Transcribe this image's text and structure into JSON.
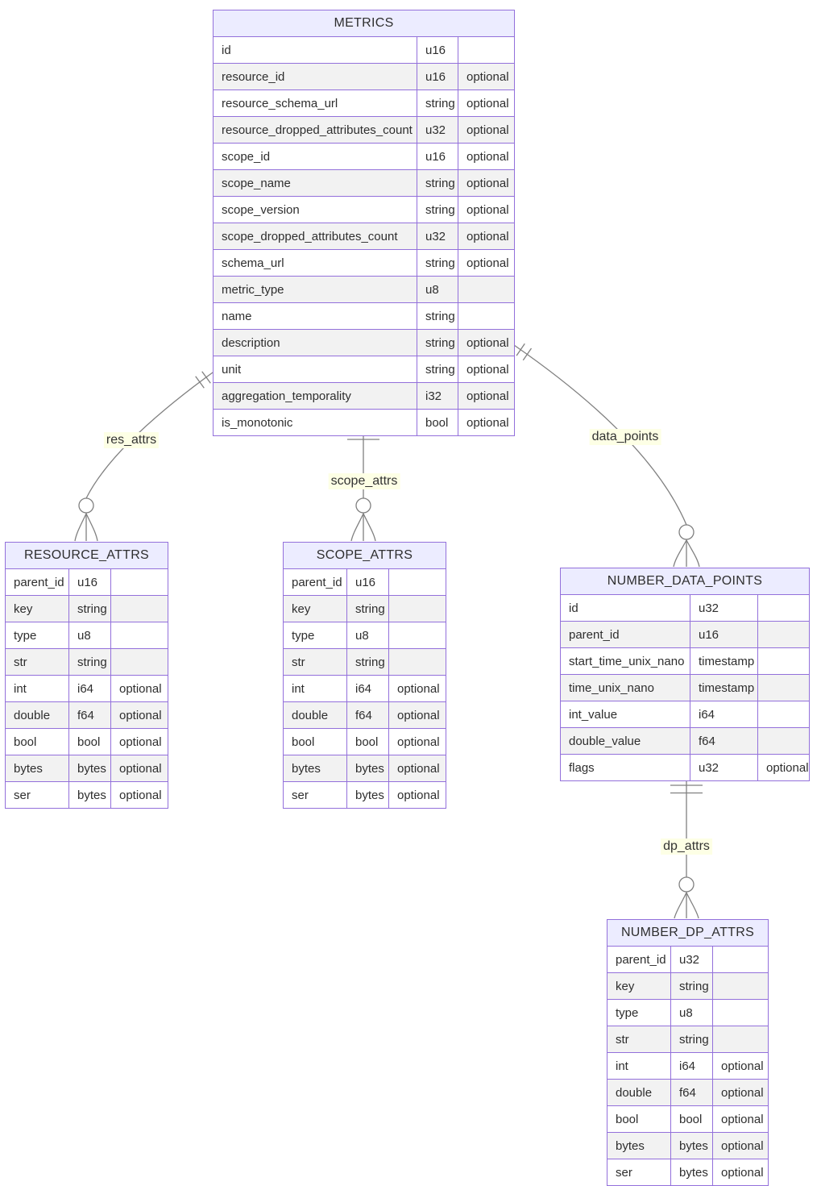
{
  "diagram": {
    "type": "entity-relationship-diagram",
    "colors": {
      "entity_border": "#9370DB",
      "entity_title_fill": "#ECECFF",
      "row_fill_odd": "#ffffff",
      "row_fill_even": "#f2f2f2",
      "edge_color": "#808080",
      "label_background": "#fdffe5",
      "text_color": "#333333"
    },
    "entities": [
      {
        "name": "METRICS",
        "rows": [
          [
            "id",
            "u16",
            ""
          ],
          [
            "resource_id",
            "u16",
            "optional"
          ],
          [
            "resource_schema_url",
            "string",
            "optional"
          ],
          [
            "resource_dropped_attributes_count",
            "u32",
            "optional"
          ],
          [
            "scope_id",
            "u16",
            "optional"
          ],
          [
            "scope_name",
            "string",
            "optional"
          ],
          [
            "scope_version",
            "string",
            "optional"
          ],
          [
            "scope_dropped_attributes_count",
            "u32",
            "optional"
          ],
          [
            "schema_url",
            "string",
            "optional"
          ],
          [
            "metric_type",
            "u8",
            ""
          ],
          [
            "name",
            "string",
            ""
          ],
          [
            "description",
            "string",
            "optional"
          ],
          [
            "unit",
            "string",
            "optional"
          ],
          [
            "aggregation_temporality",
            "i32",
            "optional"
          ],
          [
            "is_monotonic",
            "bool",
            "optional"
          ]
        ]
      },
      {
        "name": "RESOURCE_ATTRS",
        "rows": [
          [
            "parent_id",
            "u16",
            ""
          ],
          [
            "key",
            "string",
            ""
          ],
          [
            "type",
            "u8",
            ""
          ],
          [
            "str",
            "string",
            ""
          ],
          [
            "int",
            "i64",
            "optional"
          ],
          [
            "double",
            "f64",
            "optional"
          ],
          [
            "bool",
            "bool",
            "optional"
          ],
          [
            "bytes",
            "bytes",
            "optional"
          ],
          [
            "ser",
            "bytes",
            "optional"
          ]
        ]
      },
      {
        "name": "SCOPE_ATTRS",
        "rows": [
          [
            "parent_id",
            "u16",
            ""
          ],
          [
            "key",
            "string",
            ""
          ],
          [
            "type",
            "u8",
            ""
          ],
          [
            "str",
            "string",
            ""
          ],
          [
            "int",
            "i64",
            "optional"
          ],
          [
            "double",
            "f64",
            "optional"
          ],
          [
            "bool",
            "bool",
            "optional"
          ],
          [
            "bytes",
            "bytes",
            "optional"
          ],
          [
            "ser",
            "bytes",
            "optional"
          ]
        ]
      },
      {
        "name": "NUMBER_DATA_POINTS",
        "rows": [
          [
            "id",
            "u32",
            ""
          ],
          [
            "parent_id",
            "u16",
            ""
          ],
          [
            "start_time_unix_nano",
            "timestamp",
            ""
          ],
          [
            "time_unix_nano",
            "timestamp",
            ""
          ],
          [
            "int_value",
            "i64",
            ""
          ],
          [
            "double_value",
            "f64",
            ""
          ],
          [
            "flags",
            "u32",
            "optional"
          ]
        ]
      },
      {
        "name": "NUMBER_DP_ATTRS",
        "rows": [
          [
            "parent_id",
            "u32",
            ""
          ],
          [
            "key",
            "string",
            ""
          ],
          [
            "type",
            "u8",
            ""
          ],
          [
            "str",
            "string",
            ""
          ],
          [
            "int",
            "i64",
            "optional"
          ],
          [
            "double",
            "f64",
            "optional"
          ],
          [
            "bool",
            "bool",
            "optional"
          ],
          [
            "bytes",
            "bytes",
            "optional"
          ],
          [
            "ser",
            "bytes",
            "optional"
          ]
        ]
      }
    ],
    "relationships": [
      {
        "label": "res_attrs",
        "from": "METRICS",
        "to": "RESOURCE_ATTRS",
        "from_cardinality": "exactly one",
        "to_cardinality": "zero or more"
      },
      {
        "label": "scope_attrs",
        "from": "METRICS",
        "to": "SCOPE_ATTRS",
        "from_cardinality": "exactly one",
        "to_cardinality": "zero or more"
      },
      {
        "label": "data_points",
        "from": "METRICS",
        "to": "NUMBER_DATA_POINTS",
        "from_cardinality": "exactly one",
        "to_cardinality": "zero or more"
      },
      {
        "label": "dp_attrs",
        "from": "NUMBER_DATA_POINTS",
        "to": "NUMBER_DP_ATTRS",
        "from_cardinality": "exactly one",
        "to_cardinality": "zero or more"
      }
    ]
  }
}
